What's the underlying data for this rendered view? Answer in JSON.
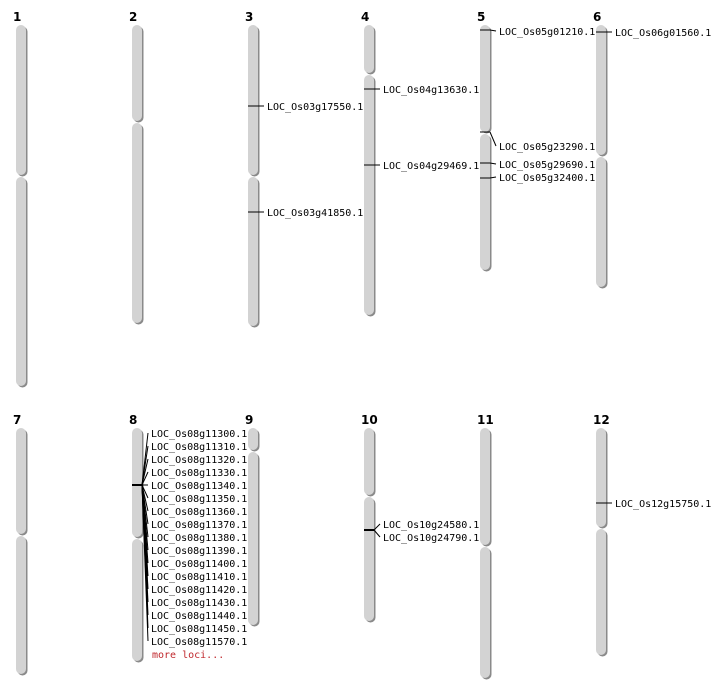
{
  "title": "Chromosome loci map",
  "colors": {
    "chromosome": "#d3d3d3",
    "shadow": "#8a8a8a",
    "marker": "#000000",
    "more": "#c0282d"
  },
  "chromosomes": [
    {
      "name": "1",
      "loci": []
    },
    {
      "name": "2",
      "loci": []
    },
    {
      "name": "3",
      "loci": [
        "LOC_Os03g17550.1",
        "LOC_Os03g41850.1"
      ]
    },
    {
      "name": "4",
      "loci": [
        "LOC_Os04g13630.1",
        "LOC_Os04g29469.1"
      ]
    },
    {
      "name": "5",
      "loci": [
        "LOC_Os05g01210.1",
        "LOC_Os05g23290.1",
        "LOC_Os05g29690.1",
        "LOC_Os05g32400.1"
      ]
    },
    {
      "name": "6",
      "loci": [
        "LOC_Os06g01560.1"
      ]
    },
    {
      "name": "7",
      "loci": []
    },
    {
      "name": "8",
      "loci": [
        "LOC_Os08g11300.1",
        "LOC_Os08g11310.1",
        "LOC_Os08g11320.1",
        "LOC_Os08g11330.1",
        "LOC_Os08g11340.1",
        "LOC_Os08g11350.1",
        "LOC_Os08g11360.1",
        "LOC_Os08g11370.1",
        "LOC_Os08g11380.1",
        "LOC_Os08g11390.1",
        "LOC_Os08g11400.1",
        "LOC_Os08g11410.1",
        "LOC_Os08g11420.1",
        "LOC_Os08g11430.1",
        "LOC_Os08g11440.1",
        "LOC_Os08g11450.1",
        "LOC_Os08g11570.1"
      ],
      "more": "more loci..."
    },
    {
      "name": "9",
      "loci": []
    },
    {
      "name": "10",
      "loci": [
        "LOC_Os10g24580.1",
        "LOC_Os10g24790.1"
      ]
    },
    {
      "name": "11",
      "loci": []
    },
    {
      "name": "12",
      "loci": [
        "LOC_Os12g15750.1"
      ]
    }
  ]
}
